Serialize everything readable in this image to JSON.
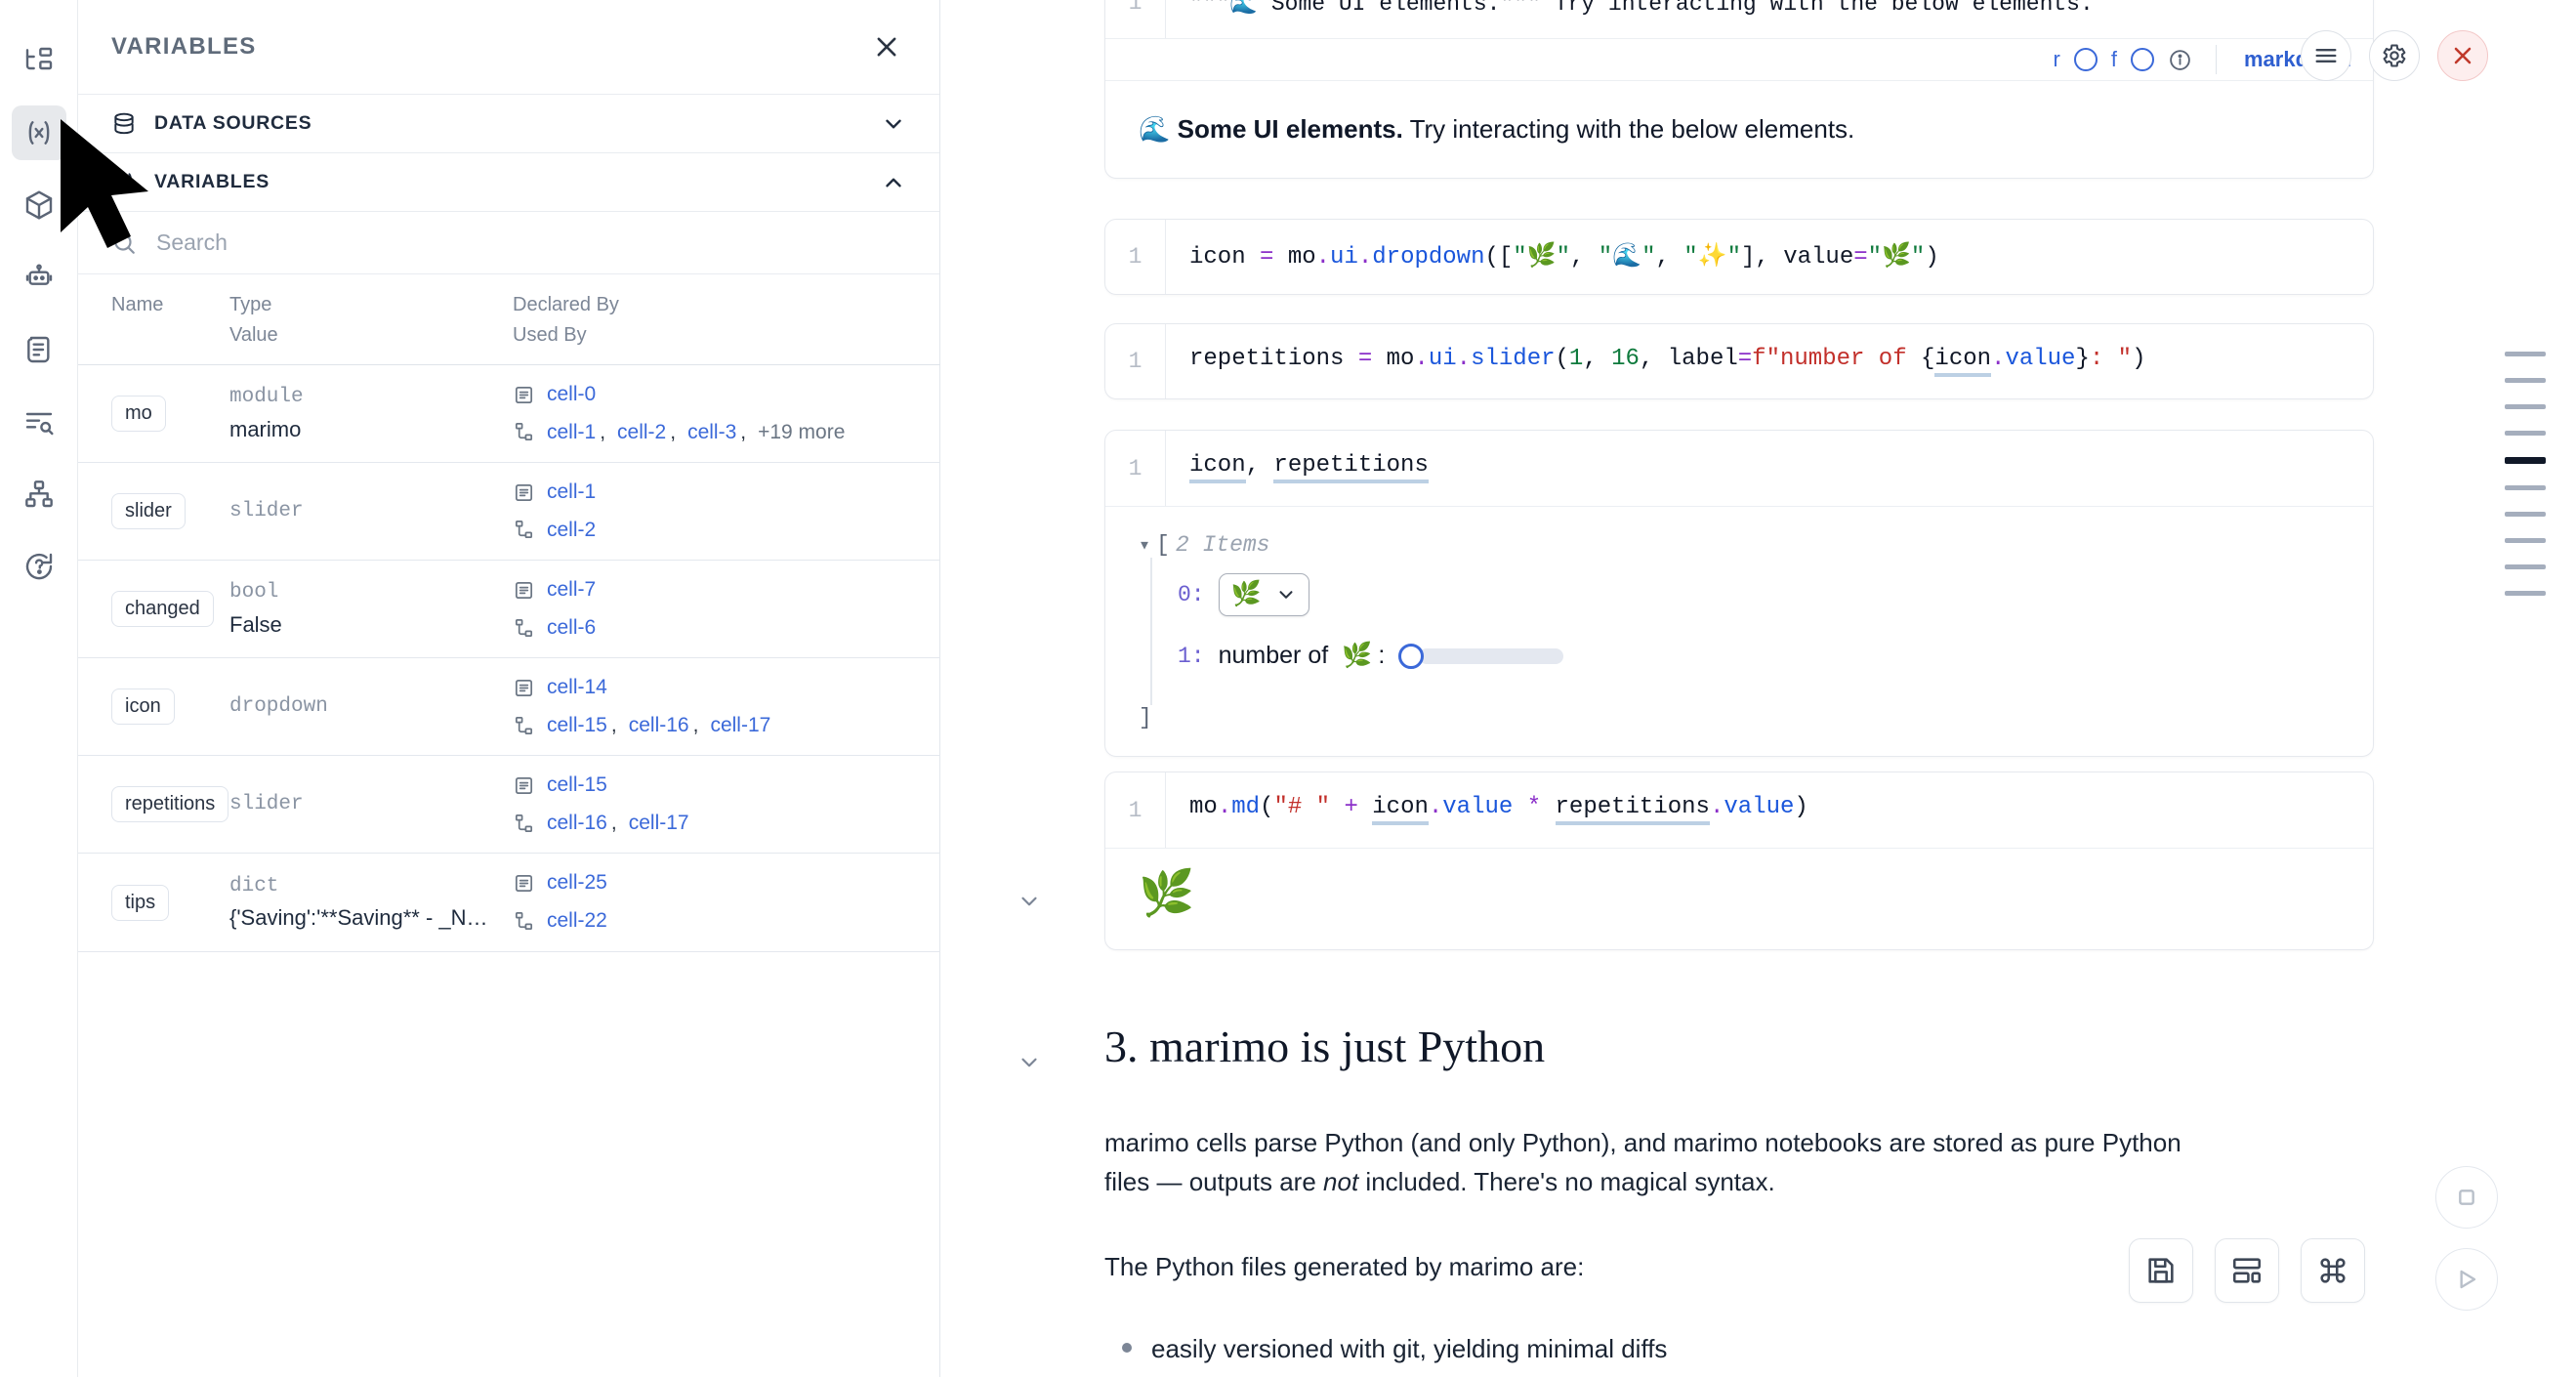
{
  "rail": {
    "items": [
      {
        "name": "file-tree-icon",
        "label": "File explorer"
      },
      {
        "name": "variables-icon",
        "label": "Variables",
        "active": true
      },
      {
        "name": "package-icon",
        "label": "Packages"
      },
      {
        "name": "robot-icon",
        "label": "Chat"
      },
      {
        "name": "scroll-icon",
        "label": "Logs"
      },
      {
        "name": "outline-search-icon",
        "label": "Outline"
      },
      {
        "name": "dependency-graph-icon",
        "label": "Dependency graph"
      },
      {
        "name": "help-icon",
        "label": "Help"
      }
    ]
  },
  "panel": {
    "title": "VARIABLES",
    "close_label": "×",
    "sections": [
      {
        "label": "DATA SOURCES",
        "icon": "database-icon",
        "expanded": false,
        "chevron": "down"
      },
      {
        "label": "VARIABLES",
        "icon": "variables-icon",
        "expanded": true,
        "chevron": "up"
      }
    ],
    "search": {
      "placeholder": "Search",
      "value": ""
    },
    "table": {
      "headers": {
        "name": "Name",
        "type": "Type",
        "value": "Value",
        "declared_by": "Declared By",
        "used_by": "Used By"
      },
      "rows": [
        {
          "name": "mo",
          "type": "module",
          "value": "marimo",
          "declared_by": [
            "cell-0"
          ],
          "used_by": [
            "cell-1",
            "cell-2",
            "cell-3"
          ],
          "used_by_more": "+19 more"
        },
        {
          "name": "slider",
          "type": "slider",
          "value": "",
          "declared_by": [
            "cell-1"
          ],
          "used_by": [
            "cell-2"
          ],
          "used_by_more": ""
        },
        {
          "name": "changed",
          "type": "bool",
          "value": "False",
          "declared_by": [
            "cell-7"
          ],
          "used_by": [
            "cell-6"
          ],
          "used_by_more": ""
        },
        {
          "name": "icon",
          "type": "dropdown",
          "value": "",
          "declared_by": [
            "cell-14"
          ],
          "used_by": [
            "cell-15",
            "cell-16",
            "cell-17"
          ],
          "used_by_more": ""
        },
        {
          "name": "repetitions",
          "type": "slider",
          "value": "",
          "declared_by": [
            "cell-15"
          ],
          "used_by": [
            "cell-16",
            "cell-17"
          ],
          "used_by_more": ""
        },
        {
          "name": "tips",
          "type": "dict",
          "value": "{'Saving':'**Saving** - _Na...",
          "declared_by": [
            "cell-25"
          ],
          "used_by": [
            "cell-22"
          ],
          "used_by_more": ""
        }
      ]
    }
  },
  "notebook": {
    "md_cell_top": {
      "code_line_number": "1",
      "code_text": "\"\"\"🌊 Some UI elements.\"\"\" Try interacting with the below elements.",
      "toolbar": {
        "r_label": "r",
        "f_label": "f",
        "info_label": "ⓘ",
        "language": "markdown",
        "menu_icon": "hamburger-icon",
        "settings_icon": "gear-icon",
        "close_icon": "close-icon"
      },
      "rendered_emoji": "🌊",
      "rendered_bold": "Some UI elements.",
      "rendered_rest": "Try interacting with the below elements."
    },
    "cells": [
      {
        "id": "dropdown-cell",
        "line_number": "1",
        "tokens": [
          {
            "t": "icon ",
            "c": "k-var"
          },
          {
            "t": "=",
            "c": "k-op"
          },
          {
            "t": " mo",
            "c": "k-var"
          },
          {
            "t": ".",
            "c": "k-op"
          },
          {
            "t": "ui",
            "c": "k-attr"
          },
          {
            "t": ".",
            "c": "k-op"
          },
          {
            "t": "dropdown",
            "c": "k-fn"
          },
          {
            "t": "([",
            "c": "k-punc"
          },
          {
            "t": "\"🌿\"",
            "c": "k-str"
          },
          {
            "t": ", ",
            "c": "k-punc"
          },
          {
            "t": "\"🌊\"",
            "c": "k-str"
          },
          {
            "t": ", ",
            "c": "k-punc"
          },
          {
            "t": "\"✨\"",
            "c": "k-str"
          },
          {
            "t": "], ",
            "c": "k-punc"
          },
          {
            "t": "value",
            "c": "k-var"
          },
          {
            "t": "=",
            "c": "k-op"
          },
          {
            "t": "\"🌿\"",
            "c": "k-str"
          },
          {
            "t": ")",
            "c": "k-punc"
          }
        ]
      },
      {
        "id": "slider-cell",
        "line_number": "1",
        "tokens": [
          {
            "t": "repetitions ",
            "c": "k-var"
          },
          {
            "t": "=",
            "c": "k-op"
          },
          {
            "t": " mo",
            "c": "k-var"
          },
          {
            "t": ".",
            "c": "k-op"
          },
          {
            "t": "ui",
            "c": "k-attr"
          },
          {
            "t": ".",
            "c": "k-op"
          },
          {
            "t": "slider",
            "c": "k-fn"
          },
          {
            "t": "(",
            "c": "k-punc"
          },
          {
            "t": "1",
            "c": "k-num"
          },
          {
            "t": ", ",
            "c": "k-punc"
          },
          {
            "t": "16",
            "c": "k-num"
          },
          {
            "t": ", ",
            "c": "k-punc"
          },
          {
            "t": "label",
            "c": "k-var"
          },
          {
            "t": "=",
            "c": "k-op"
          },
          {
            "t": "f",
            "c": "k-fstr"
          },
          {
            "t": "\"number of ",
            "c": "k-fstr"
          },
          {
            "t": "{",
            "c": "k-punc"
          },
          {
            "t": "icon",
            "c": "k-var uline"
          },
          {
            "t": ".",
            "c": "k-op"
          },
          {
            "t": "value",
            "c": "k-attr"
          },
          {
            "t": "}",
            "c": "k-punc"
          },
          {
            "t": ": \"",
            "c": "k-fstr"
          },
          {
            "t": ")",
            "c": "k-punc"
          }
        ]
      }
    ],
    "output_cell": {
      "line_number": "1",
      "tokens": [
        {
          "t": "icon",
          "c": "k-var uline"
        },
        {
          "t": ", ",
          "c": "k-punc"
        },
        {
          "t": "repetitions",
          "c": "k-var uline"
        }
      ],
      "list_open": "[",
      "items_count": "2 Items",
      "list_close": "]",
      "item0_index": "0:",
      "item0_emoji": "🌿",
      "item1_index": "1:",
      "item1_label": "number of",
      "item1_emoji": "🌿",
      "item1_suffix": ":"
    },
    "md_output_cell": {
      "line_number": "1",
      "tokens": [
        {
          "t": "mo",
          "c": "k-var"
        },
        {
          "t": ".",
          "c": "k-op"
        },
        {
          "t": "md",
          "c": "k-fn"
        },
        {
          "t": "(",
          "c": "k-punc"
        },
        {
          "t": "\"# \"",
          "c": "k-fstr"
        },
        {
          "t": " + ",
          "c": "k-op"
        },
        {
          "t": "icon",
          "c": "k-var uline"
        },
        {
          "t": ".",
          "c": "k-op"
        },
        {
          "t": "value",
          "c": "k-attr"
        },
        {
          "t": " * ",
          "c": "k-op"
        },
        {
          "t": "repetitions",
          "c": "k-var uline"
        },
        {
          "t": ".",
          "c": "k-op"
        },
        {
          "t": "value",
          "c": "k-attr"
        },
        {
          "t": ")",
          "c": "k-punc"
        }
      ],
      "rendered_output": "🌿"
    },
    "section": {
      "heading": "3. marimo is just Python",
      "paragraphs": [
        "marimo cells parse Python (and only Python), and marimo notebooks are stored as pure Python files — outputs are not included. There's no magical syntax.",
        "The Python files generated by marimo are:"
      ],
      "para1_a": "marimo cells parse Python (and only Python), and marimo notebooks are stored as pure Python files",
      "para1_b": "— outputs are",
      "para1_italic": "not",
      "para1_c": "included. There's no magical syntax.",
      "para2": "The Python files generated by marimo are:",
      "bullets": [
        "easily versioned with git, yielding minimal diffs"
      ]
    }
  },
  "minimap": {
    "dashes": 10,
    "active_index": 4
  },
  "bottom_actions": [
    {
      "name": "save-button",
      "icon": "floppy-icon"
    },
    {
      "name": "layout-button",
      "icon": "layout-grid-icon"
    },
    {
      "name": "command-palette-button",
      "icon": "command-icon"
    }
  ],
  "right_fabs": [
    {
      "name": "stop-button",
      "icon": "stop-square-icon"
    },
    {
      "name": "run-button",
      "icon": "play-icon"
    }
  ],
  "colors": {
    "accent_blue": "#3b69d9",
    "link_blue": "#3b69d9",
    "danger_red": "#c0392b",
    "text_dark": "#101828",
    "muted": "#8a94a3",
    "border": "#e6e9ee"
  }
}
